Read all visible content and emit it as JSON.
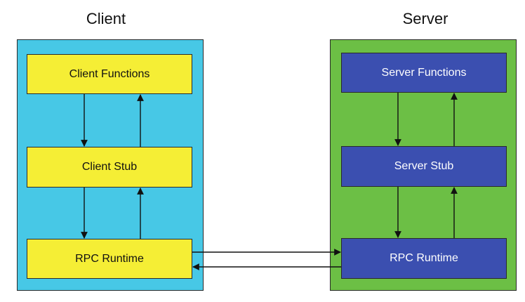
{
  "client": {
    "title": "Client",
    "panel_color": "#47c8e6",
    "box_color": "#f5ee35",
    "boxes": [
      "Client Functions",
      "Client Stub",
      "RPC Runtime"
    ]
  },
  "server": {
    "title": "Server",
    "panel_color": "#6cbf45",
    "box_color": "#3b4fb0",
    "boxes": [
      "Server Functions",
      "Server Stub",
      "RPC Runtime"
    ]
  }
}
